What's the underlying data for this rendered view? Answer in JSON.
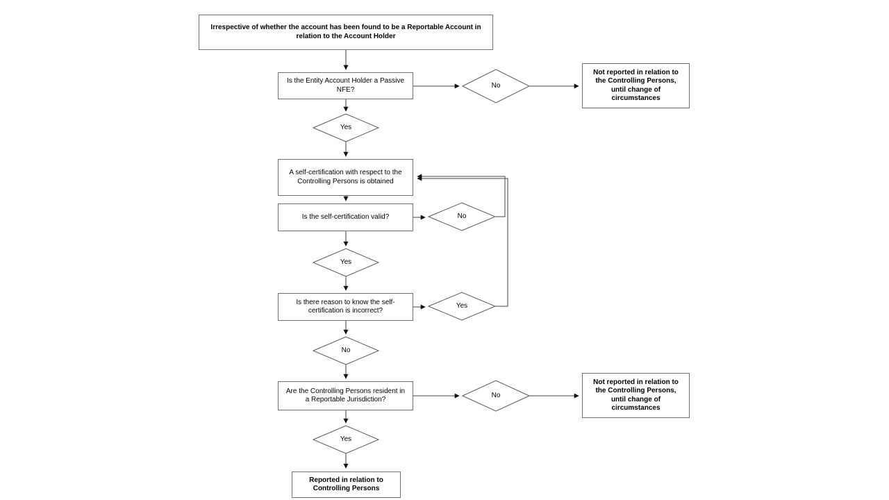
{
  "diagram": {
    "type": "flowchart",
    "background": "#ffffff",
    "colors": {
      "box_border": "#707070",
      "diamond_border": "#595959",
      "connector": "#404040",
      "arrowhead": "#111111",
      "text": "#000000"
    },
    "nodes": {
      "start": {
        "label": "Irrespective of whether the account has been found to be a Reportable Account in relation to the Account Holder"
      },
      "passive_nfe": {
        "label": "Is the Entity Account Holder a Passive NFE?"
      },
      "not_reported_top": {
        "label": "Not reported in relation to the Controlling Persons, until change of circumstances"
      },
      "self_certification": {
        "label": "A self-certification with respect to the Controlling Persons is obtained"
      },
      "valid": {
        "label": "Is the self-certification valid?"
      },
      "reason": {
        "label": "Is there reason to know the self-certification is incorrect?"
      },
      "jurisdiction": {
        "label": "Are the Controlling Persons resident in a Reportable Jurisdiction?"
      },
      "not_reported_bottom": {
        "label": "Not reported in relation to the Controlling Persons, until change of circumstances"
      },
      "reported": {
        "label": "Reported in relation to Controlling Persons"
      }
    },
    "decisions": {
      "passive_nfe_no": {
        "label": "No"
      },
      "passive_nfe_yes": {
        "label": "Yes"
      },
      "valid_no": {
        "label": "No"
      },
      "valid_yes": {
        "label": "Yes"
      },
      "reason_yes": {
        "label": "Yes"
      },
      "reason_no": {
        "label": "No"
      },
      "jurisdiction_no": {
        "label": "No"
      },
      "jurisdiction_yes": {
        "label": "Yes"
      }
    }
  }
}
